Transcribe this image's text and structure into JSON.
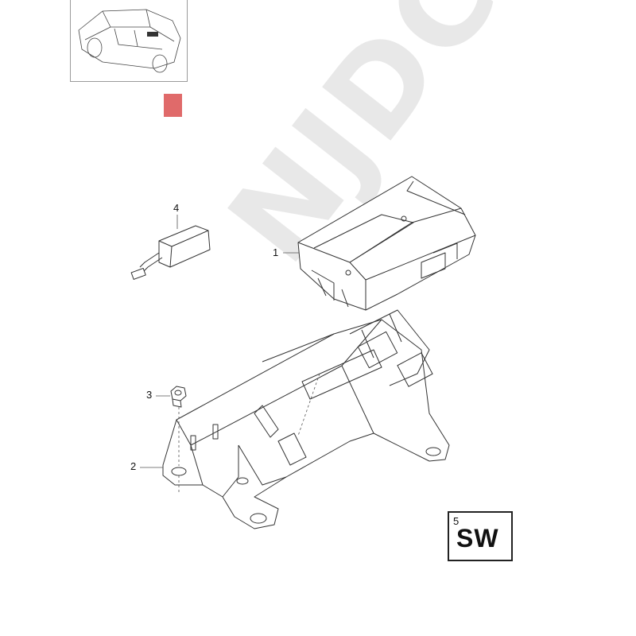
{
  "watermark": "NJDC",
  "callouts": [
    {
      "id": "1",
      "label": "1"
    },
    {
      "id": "2",
      "label": "2"
    },
    {
      "id": "3",
      "label": "3"
    },
    {
      "id": "4",
      "label": "4"
    }
  ],
  "badge": {
    "number": "5",
    "text": "SW"
  },
  "colors": {
    "marker": "#e06a6a",
    "line": "#333333",
    "frame": "#9a9a9a"
  },
  "icons": {
    "thumbnail": "car-sedan-icon",
    "marker": "red-square"
  }
}
